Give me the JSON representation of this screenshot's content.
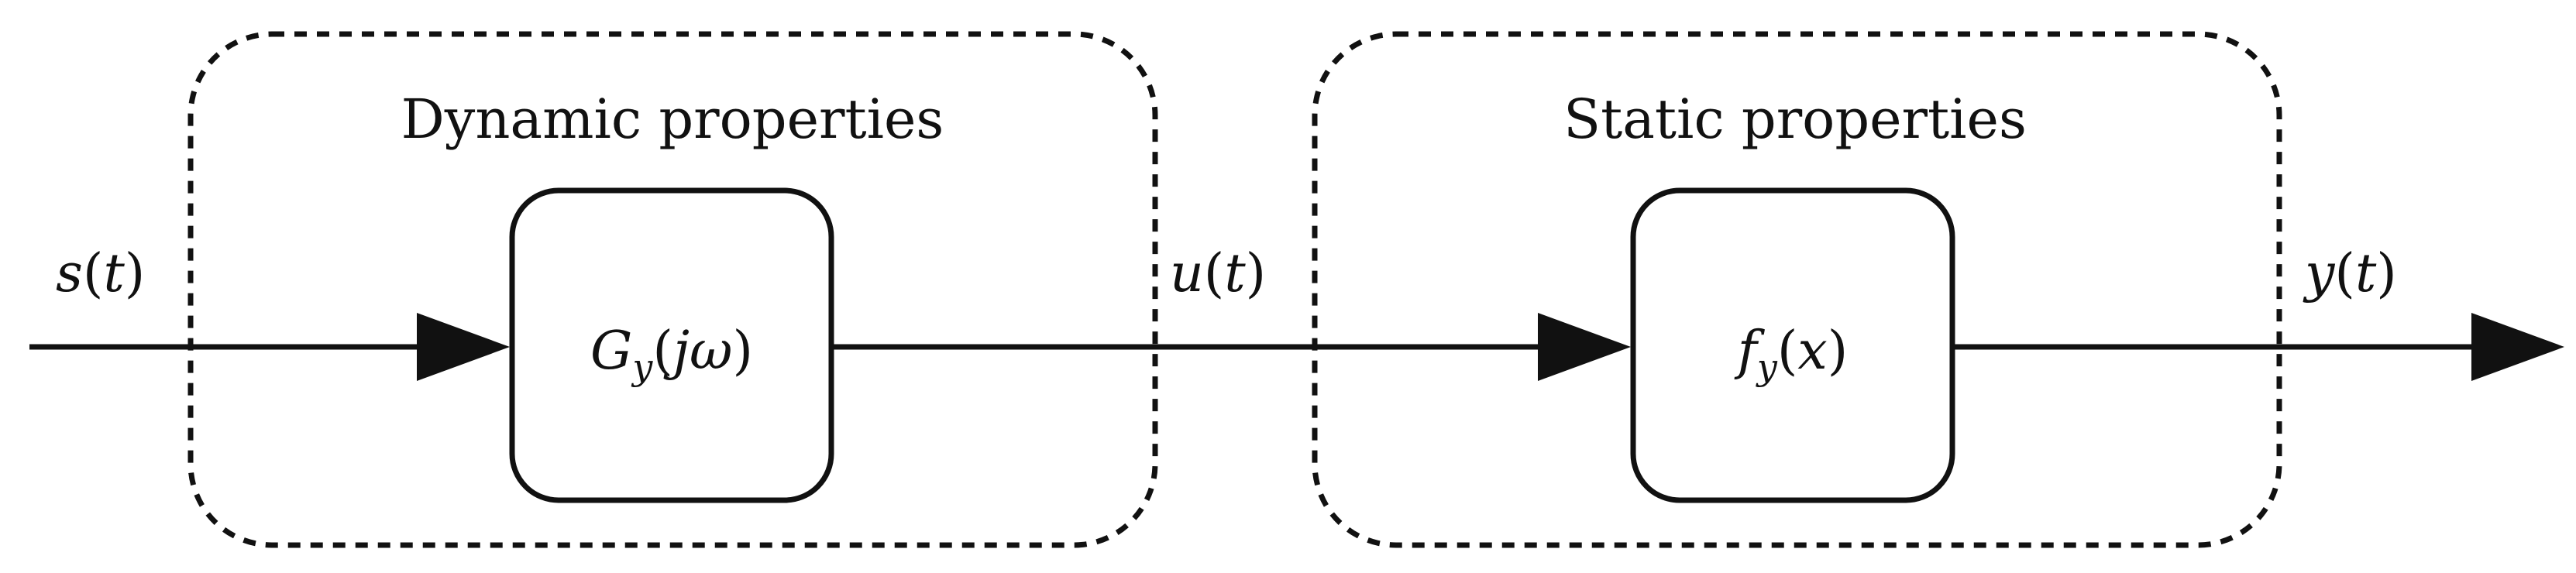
{
  "diagram": {
    "groups": {
      "dynamic": {
        "title": "Dynamic properties"
      },
      "static": {
        "title": "Static properties"
      }
    },
    "blocks": {
      "transfer": {
        "main": "G",
        "sub": "y",
        "arg": "jω"
      },
      "nonlinear": {
        "main": "f",
        "sub": "y",
        "arg": "x"
      }
    },
    "signals": {
      "input": {
        "name": "s",
        "arg": "t"
      },
      "intermediate": {
        "name": "u",
        "arg": "t"
      },
      "output": {
        "name": "y",
        "arg": "t"
      }
    },
    "colors": {
      "stroke": "#111111",
      "background": "#ffffff"
    }
  }
}
